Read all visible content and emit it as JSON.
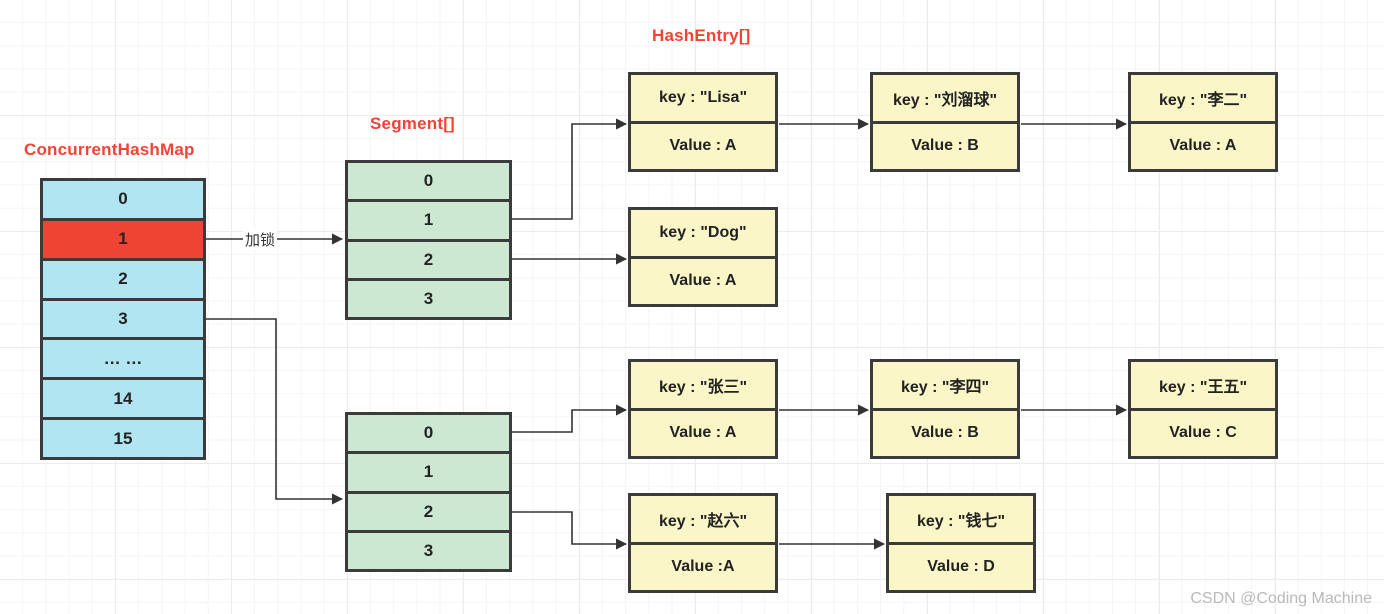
{
  "headings": {
    "chm": "ConcurrentHashMap",
    "segment": "Segment[]",
    "hashentry": "HashEntry[]"
  },
  "colors": {
    "heading": "#f44336",
    "chm_cell": "#b1e5f2",
    "chm_locked_cell": "#ed4433",
    "segment_cell": "#cde8d2",
    "node_fill": "#fbf6c8",
    "border": "#3b3b3b",
    "watermark": "#b9b9b9"
  },
  "chm_array": {
    "name": "ConcurrentHashMap",
    "cells": [
      {
        "label": "0",
        "locked": false
      },
      {
        "label": "1",
        "locked": true
      },
      {
        "label": "2",
        "locked": false
      },
      {
        "label": "3",
        "locked": false
      },
      {
        "label": "… …",
        "locked": false
      },
      {
        "label": "14",
        "locked": false
      },
      {
        "label": "15",
        "locked": false
      }
    ]
  },
  "edges": {
    "lock_label": "加锁"
  },
  "segment_arrays": [
    {
      "name": "segment-array-top",
      "cells": [
        "0",
        "1",
        "2",
        "3"
      ]
    },
    {
      "name": "segment-array-bottom",
      "cells": [
        "0",
        "1",
        "2",
        "3"
      ]
    }
  ],
  "entry_chains": [
    {
      "name": "chain-top",
      "nodes": [
        {
          "key": "key : \"Lisa\"",
          "value": "Value : A"
        },
        {
          "key": "key : \"刘溜球\"",
          "value": "Value : B"
        },
        {
          "key": "key : \"李二\"",
          "value": "Value : A"
        }
      ]
    },
    {
      "name": "chain-dog",
      "nodes": [
        {
          "key": "key : \"Dog\"",
          "value": "Value : A"
        }
      ]
    },
    {
      "name": "chain-zhangsan",
      "nodes": [
        {
          "key": "key : \"张三\"",
          "value": "Value : A"
        },
        {
          "key": "key : \"李四\"",
          "value": "Value : B"
        },
        {
          "key": "key : \"王五\"",
          "value": "Value : C"
        }
      ]
    },
    {
      "name": "chain-zhaoliu",
      "nodes": [
        {
          "key": "key : \"赵六\"",
          "value": "Value :A"
        },
        {
          "key": "key : \"钱七\"",
          "value": "Value : D"
        }
      ]
    }
  ],
  "watermark": "CSDN @Coding Machine"
}
